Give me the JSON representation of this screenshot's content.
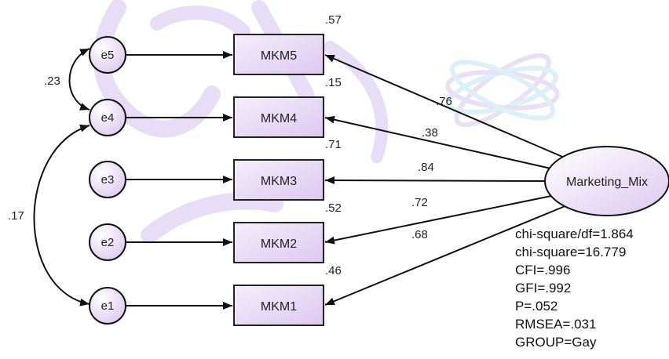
{
  "diagram": {
    "latent": {
      "label": "Marketing_Mix"
    },
    "errors": [
      "e5",
      "e4",
      "e3",
      "e2",
      "e1"
    ],
    "indicators": [
      {
        "name": "MKM5",
        "loading": ".76",
        "r2": ".57"
      },
      {
        "name": "MKM4",
        "loading": ".38",
        "r2": ".15"
      },
      {
        "name": "MKM3",
        "loading": ".84",
        "r2": ".71"
      },
      {
        "name": "MKM2",
        "loading": ".72",
        "r2": ".52"
      },
      {
        "name": "MKM1",
        "loading": ".68",
        "r2": ".46"
      }
    ],
    "covariances": {
      "e5_e4": ".23",
      "e4_e1": ".17"
    },
    "fit_stats": [
      "chi-square/df=1.864",
      "chi-square=16.779",
      "CFI=.996",
      "GFI=.992",
      "P=.052",
      "RMSEA=.031",
      "GROUP=Gay"
    ]
  },
  "colors": {
    "node_fill_start": "#ffffff",
    "node_fill_end": "#e4d4f2",
    "watermark_purple": "#cbb3e8",
    "watermark_blue": "#b9e2f2",
    "stroke": "#222222"
  }
}
